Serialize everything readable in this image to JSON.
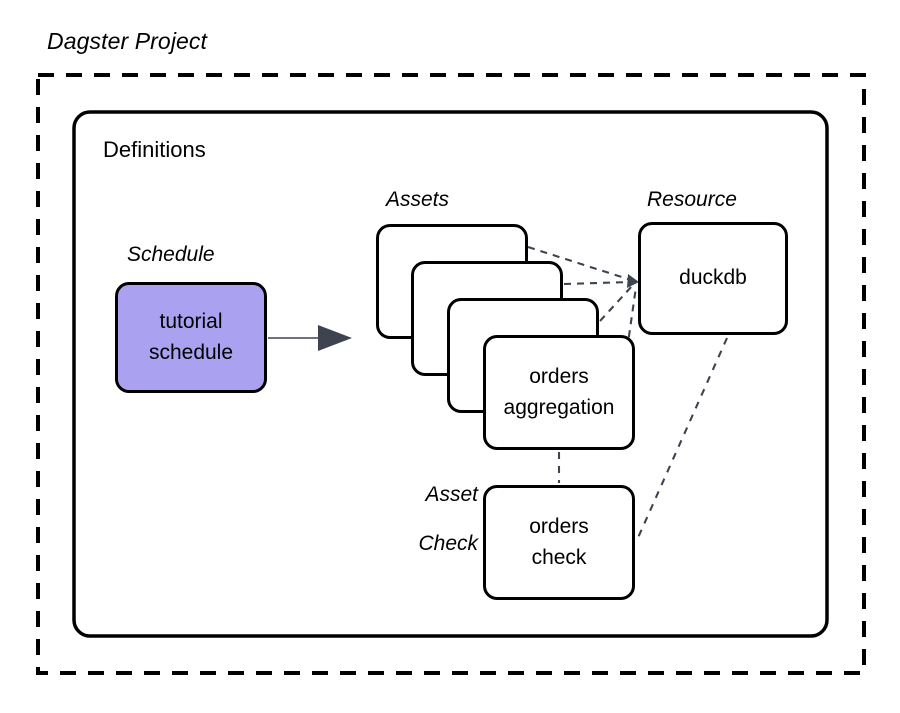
{
  "diagram": {
    "title": "Dagster Project",
    "container_label": "Definitions",
    "groups": {
      "schedule_label": "Schedule",
      "assets_label": "Assets",
      "resource_label": "Resource",
      "asset_check_label_line1": "Asset",
      "asset_check_label_line2": "Check"
    },
    "nodes": {
      "schedule": {
        "line1": "tutorial",
        "line2": "schedule",
        "fill": "#aaa2f0",
        "stroke": "#000000"
      },
      "asset_stack": [
        {
          "line1": "",
          "line2": ""
        },
        {
          "line1": "",
          "line2": ""
        },
        {
          "line1": "",
          "line2": ""
        },
        {
          "line1": "orders",
          "line2": "aggregation"
        }
      ],
      "resource": {
        "line1": "duckdb",
        "line2": ""
      },
      "asset_check": {
        "line1": "orders",
        "line2": "check"
      }
    },
    "edges": {
      "solid_arrow": {
        "from": "tutorial schedule",
        "to": "assets",
        "color": "#3d4450"
      },
      "dashed_color": "#3d4450",
      "dashed": [
        {
          "from": "asset 1",
          "to": "duckdb"
        },
        {
          "from": "asset 2",
          "to": "duckdb"
        },
        {
          "from": "asset 3",
          "to": "duckdb"
        },
        {
          "from": "orders aggregation",
          "to": "duckdb"
        },
        {
          "from": "orders aggregation",
          "to": "orders check"
        },
        {
          "from": "duckdb",
          "to": "orders check"
        }
      ]
    },
    "frames": {
      "outer_style": "dashed",
      "outer_color": "#000000",
      "inner_style": "solid",
      "inner_color": "#000000"
    }
  }
}
